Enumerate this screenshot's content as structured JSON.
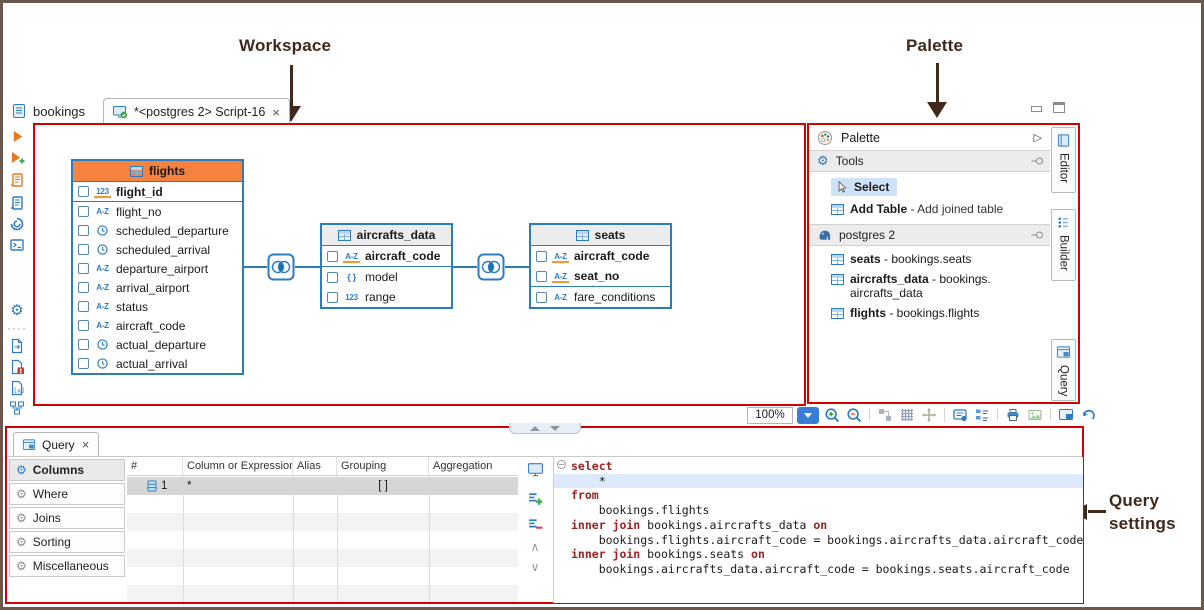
{
  "annotations": {
    "workspace": "Workspace",
    "palette": "Palette",
    "query_settings_line1": "Query",
    "query_settings_line2": "settings"
  },
  "glyphs": {
    "close": "×",
    "expand_arrow": "▷",
    "gear": "⚙",
    "chevron_up": "∧",
    "chevron_down": "∨",
    "overflow_dots": "····"
  },
  "topbar": {
    "project": "bookings",
    "script_tab_title": "*<postgres 2> Script-16"
  },
  "sidebar_icons": [
    "execute-icon",
    "execute-new-tab-icon",
    "execute-script-icon",
    "script-icon",
    "ai-assistant-icon",
    "terminal-icon",
    "settings-gear-icon",
    "overflow-dots-icon",
    "export-file-icon",
    "file-alert-icon",
    "file-template-icon",
    "er-diagram-icon"
  ],
  "diagram": {
    "tables": [
      {
        "name": "flights",
        "columns": [
          {
            "name": "flight_id"
          },
          {
            "name": "flight_no"
          },
          {
            "name": "scheduled_departure"
          },
          {
            "name": "scheduled_arrival"
          },
          {
            "name": "departure_airport"
          },
          {
            "name": "arrival_airport"
          },
          {
            "name": "status"
          },
          {
            "name": "aircraft_code"
          },
          {
            "name": "actual_departure"
          },
          {
            "name": "actual_arrival"
          }
        ]
      },
      {
        "name": "aircrafts_data",
        "columns": [
          {
            "name": "aircraft_code"
          },
          {
            "name": "model"
          },
          {
            "name": "range"
          }
        ]
      },
      {
        "name": "seats",
        "columns": [
          {
            "name": "aircraft_code"
          },
          {
            "name": "seat_no"
          },
          {
            "name": "fare_conditions"
          }
        ]
      }
    ]
  },
  "palette_panel": {
    "title": "Palette",
    "tools": {
      "title": "Tools",
      "select_label": "Select",
      "add_table_label": "Add Table",
      "add_table_desc": " - Add joined table"
    },
    "db": {
      "title": "postgres 2",
      "items": [
        {
          "label": "seats",
          "desc": " - bookings.seats",
          "desc2": ""
        },
        {
          "label": "aircrafts_data",
          "desc": " - bookings.",
          "desc2": "aircrafts_data"
        },
        {
          "label": "flights",
          "desc": " - bookings.flights",
          "desc2": ""
        }
      ]
    },
    "side_tabs": [
      "Editor",
      "Builder",
      "Query"
    ]
  },
  "zoom_toolbar": {
    "zoom_level": "100%"
  },
  "query_panel": {
    "tab_label": "Query",
    "nav": [
      "Columns",
      "Where",
      "Joins",
      "Sorting",
      "Miscellaneous"
    ],
    "grid": {
      "headers": [
        "#",
        "Column or Expression",
        "Alias",
        "Grouping",
        "Aggregation"
      ],
      "row1": {
        "num": "1",
        "expr": "*",
        "alias": "",
        "grouping": "[ ]",
        "aggregation": ""
      }
    },
    "sql": {
      "lines": [
        {
          "segs": [
            {
              "text": "select"
            }
          ]
        },
        {
          "segs": [
            {
              "text": "    *"
            }
          ]
        },
        {
          "segs": [
            {
              "text": "from"
            }
          ]
        },
        {
          "segs": [
            {
              "text": "    bookings.flights"
            }
          ]
        },
        {
          "segs": [
            {
              "text": "inner join "
            },
            {
              "text": "bookings.aircrafts_data "
            },
            {
              "text": "on"
            }
          ]
        },
        {
          "segs": [
            {
              "text": "    bookings.flights.aircraft_code = bookings.aircrafts_data.aircraft_code"
            }
          ]
        },
        {
          "segs": [
            {
              "text": "inner join "
            },
            {
              "text": "bookings.seats "
            },
            {
              "text": "on"
            }
          ]
        },
        {
          "segs": [
            {
              "text": "    bookings.aircrafts_data.aircraft_code = bookings.seats.aircraft_code"
            }
          ]
        }
      ]
    }
  },
  "colors": {
    "highlight_box_red": "#d20000",
    "flights_header_orange": "#f5823e",
    "diagram_blue": "#2e7cc0",
    "sql_keyword_red": "#992222",
    "selection_blue": "#cfe3f8",
    "frame_brown": "#6b584c"
  }
}
